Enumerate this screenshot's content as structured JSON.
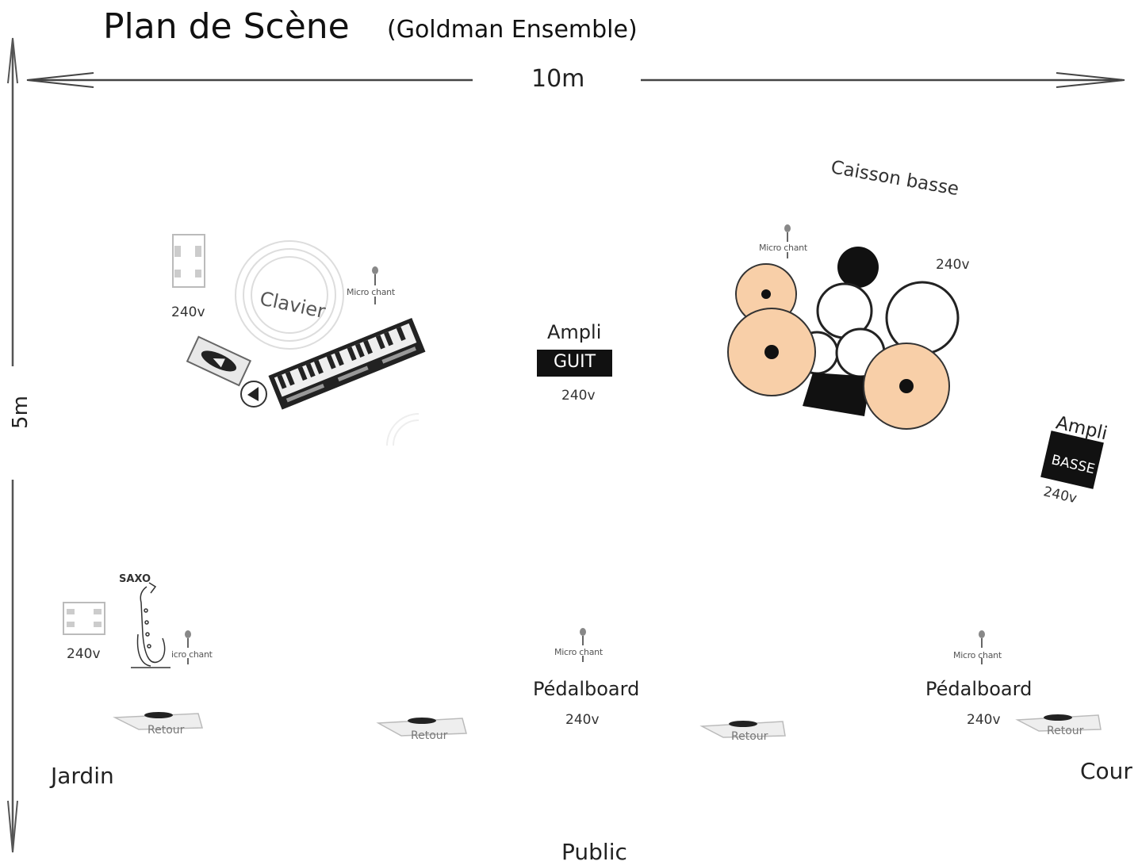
{
  "title": "Plan de Scène",
  "subtitle": "(Goldman Ensemble)",
  "dimensions": {
    "width": "10m",
    "depth": "5m"
  },
  "sides": {
    "left": "Jardin",
    "right": "Cour",
    "front": "Public"
  },
  "instruments": {
    "keyboard": "Clavier",
    "sax": "SAXO",
    "guitar_amp": {
      "title": "Ampli",
      "badge": "GUIT",
      "power": "240v"
    },
    "bass_amp": {
      "title": "Ampli",
      "badge": "BASSE",
      "power": "240v"
    },
    "subwoofer": "Caisson basse",
    "drums_power": "240v"
  },
  "power": {
    "keyboard": "240v",
    "sax": "240v"
  },
  "mics": {
    "label": "Micro chant",
    "sax_label": "icro chant"
  },
  "pedalboards": [
    {
      "label": "Pédalboard",
      "power": "240v"
    },
    {
      "label": "Pédalboard",
      "power": "240v"
    }
  ],
  "monitors": [
    "Retour",
    "Retour",
    "Retour",
    "Retour"
  ],
  "colors": {
    "cymbal": "#f8cfa8",
    "ink": "#111111",
    "line": "#444444"
  }
}
